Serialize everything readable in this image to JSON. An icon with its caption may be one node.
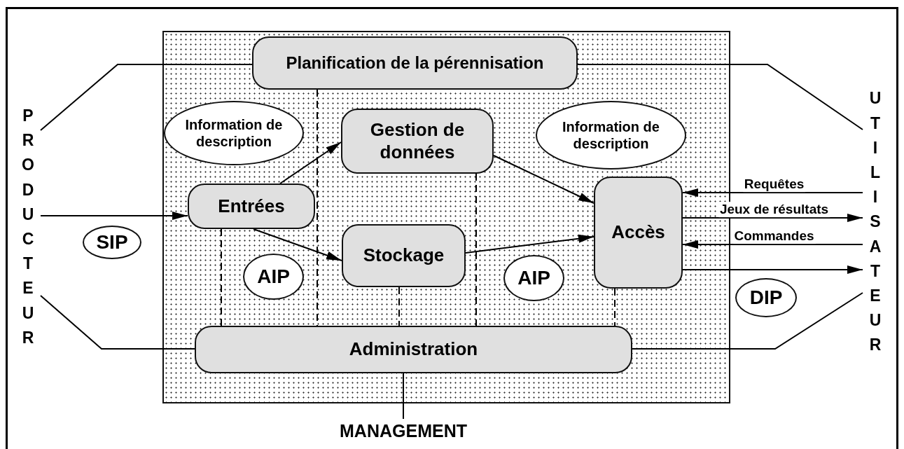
{
  "diagram": {
    "nodes": [
      {
        "text": [],
        "shape": "box"
      },
      {
        "text": [
          "Planification de la pérennisation"
        ],
        "in": 0
      },
      {
        "text": [
          "Information de description"
        ],
        "in": 0
      },
      {
        "text": [
          "Gestion de données"
        ],
        "in": 0
      },
      {
        "text": [
          "Information de description"
        ],
        "in": 0
      },
      {
        "text": [
          "Entrées"
        ],
        "in": 0
      },
      {
        "text": [
          "Accès"
        ],
        "in": 0
      },
      {
        "text": [
          "Stockage"
        ],
        "in": 0
      },
      {
        "text": [
          "AIP"
        ],
        "in": 0
      },
      {
        "text": [
          "AIP"
        ],
        "in": 0
      },
      {
        "text": [
          "Administration"
        ],
        "in": 0
      },
      {
        "text": [
          "PRODUCTEUR"
        ]
      },
      {
        "text": [
          "UTILISATEUR"
        ]
      },
      {
        "text": [
          "SIP"
        ]
      },
      {
        "text": [
          "DIP"
        ]
      },
      {
        "text": [
          "MANAGEMENT"
        ]
      }
    ],
    "edges": [
      {
        "from": 11,
        "to": 1,
        "arrow": "none"
      },
      {
        "from": 11,
        "to": 5,
        "arrow": "to"
      },
      {
        "from": 11,
        "to": 10,
        "arrow": "none"
      },
      {
        "from": 12,
        "to": 1,
        "arrow": "none"
      },
      {
        "from": 12,
        "to": 10,
        "arrow": "none"
      },
      {
        "from": 5,
        "to": 3,
        "arrow": "to"
      },
      {
        "from": 5,
        "to": 7,
        "arrow": "to"
      },
      {
        "from": 3,
        "to": 6,
        "arrow": "to"
      },
      {
        "from": 7,
        "to": 6,
        "arrow": "to"
      },
      {
        "from": 12,
        "to": 6,
        "arrow": "to",
        "label": "Requêtes"
      },
      {
        "from": 6,
        "to": 12,
        "arrow": "to",
        "label": "Jeux de résultats"
      },
      {
        "from": 12,
        "to": 6,
        "arrow": "to",
        "label": "Commandes"
      },
      {
        "from": 6,
        "to": 12,
        "arrow": "to"
      },
      {
        "from": 10,
        "to": 15,
        "arrow": "none"
      },
      {
        "from": 1,
        "to": 10,
        "arrow": "none",
        "style": "dashed"
      },
      {
        "from": 5,
        "to": 10,
        "arrow": "none",
        "style": "dashed"
      },
      {
        "from": 3,
        "to": 10,
        "arrow": "none",
        "style": "dashed"
      },
      {
        "from": 7,
        "to": 10,
        "arrow": "none",
        "style": "dashed"
      },
      {
        "from": 6,
        "to": 10,
        "arrow": "none",
        "style": "dashed"
      }
    ]
  }
}
